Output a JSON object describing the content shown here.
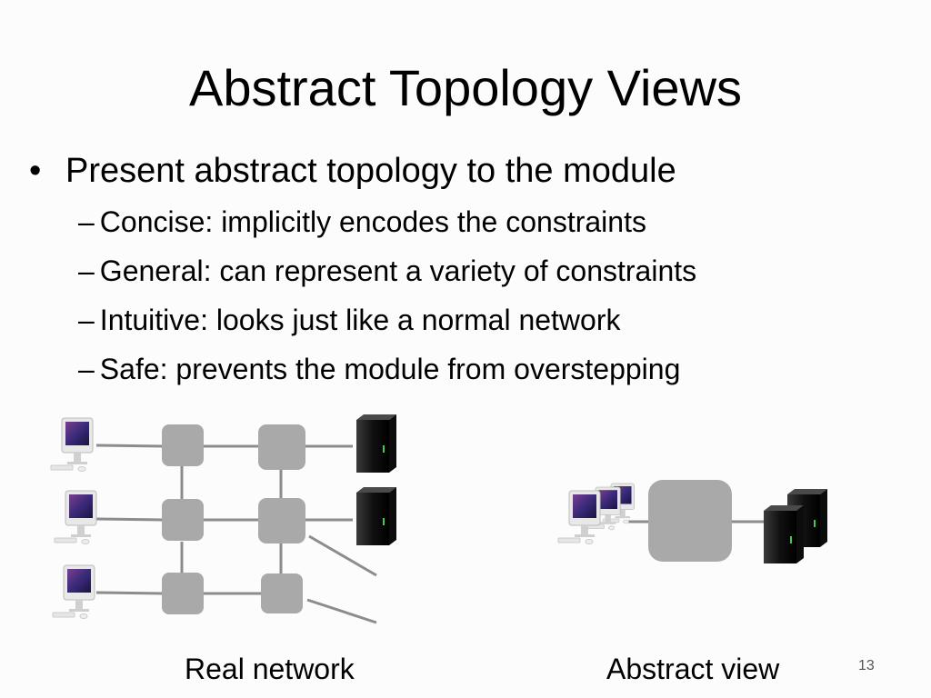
{
  "slide": {
    "title": "Abstract Topology Views",
    "bullet_main": "Present abstract topology to the module",
    "bullet_symbol": "•",
    "dash": "–",
    "sub_bullets": [
      "Concise: implicitly encodes the constraints",
      "General: can represent a variety of constraints",
      "Intuitive: looks just like a normal network",
      "Safe: prevents the module from overstepping"
    ],
    "caption_left": "Real network",
    "caption_right": "Abstract view",
    "page_number": "13"
  },
  "colors": {
    "switch": "#a9a9a9",
    "link": "#8c8c8c",
    "server": "#1b1b1b"
  },
  "icons": [
    "computer-icon",
    "server-icon",
    "switch-node"
  ]
}
